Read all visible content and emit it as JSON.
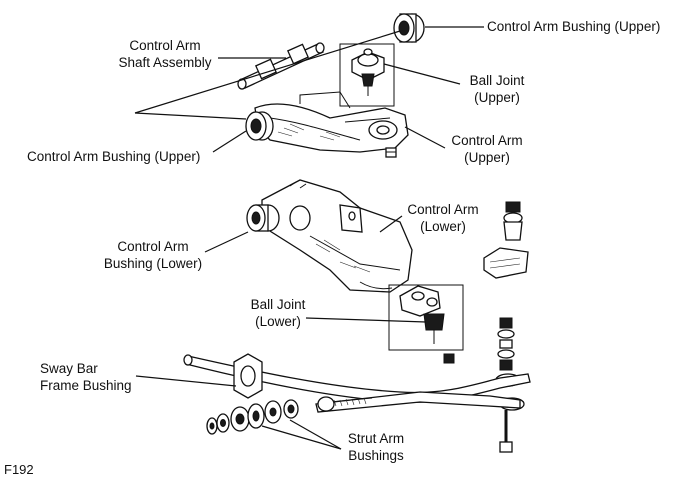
{
  "labels": {
    "bushing_upper_top": "Control Arm Bushing (Upper)",
    "shaft_assembly": "Control Arm\nShaft Assembly",
    "ball_joint_upper": "Ball Joint\n(Upper)",
    "bushing_upper_left": "Control Arm Bushing (Upper)",
    "control_arm_upper": "Control Arm\n(Upper)",
    "control_arm_lower": "Control Arm\n(Lower)",
    "bushing_lower": "Control Arm\nBushing (Lower)",
    "ball_joint_lower": "Ball Joint\n(Lower)",
    "sway_bar_bushing": "Sway Bar\nFrame Bushing",
    "strut_arm_bushings": "Strut Arm\nBushings",
    "figure_id": "F192"
  }
}
